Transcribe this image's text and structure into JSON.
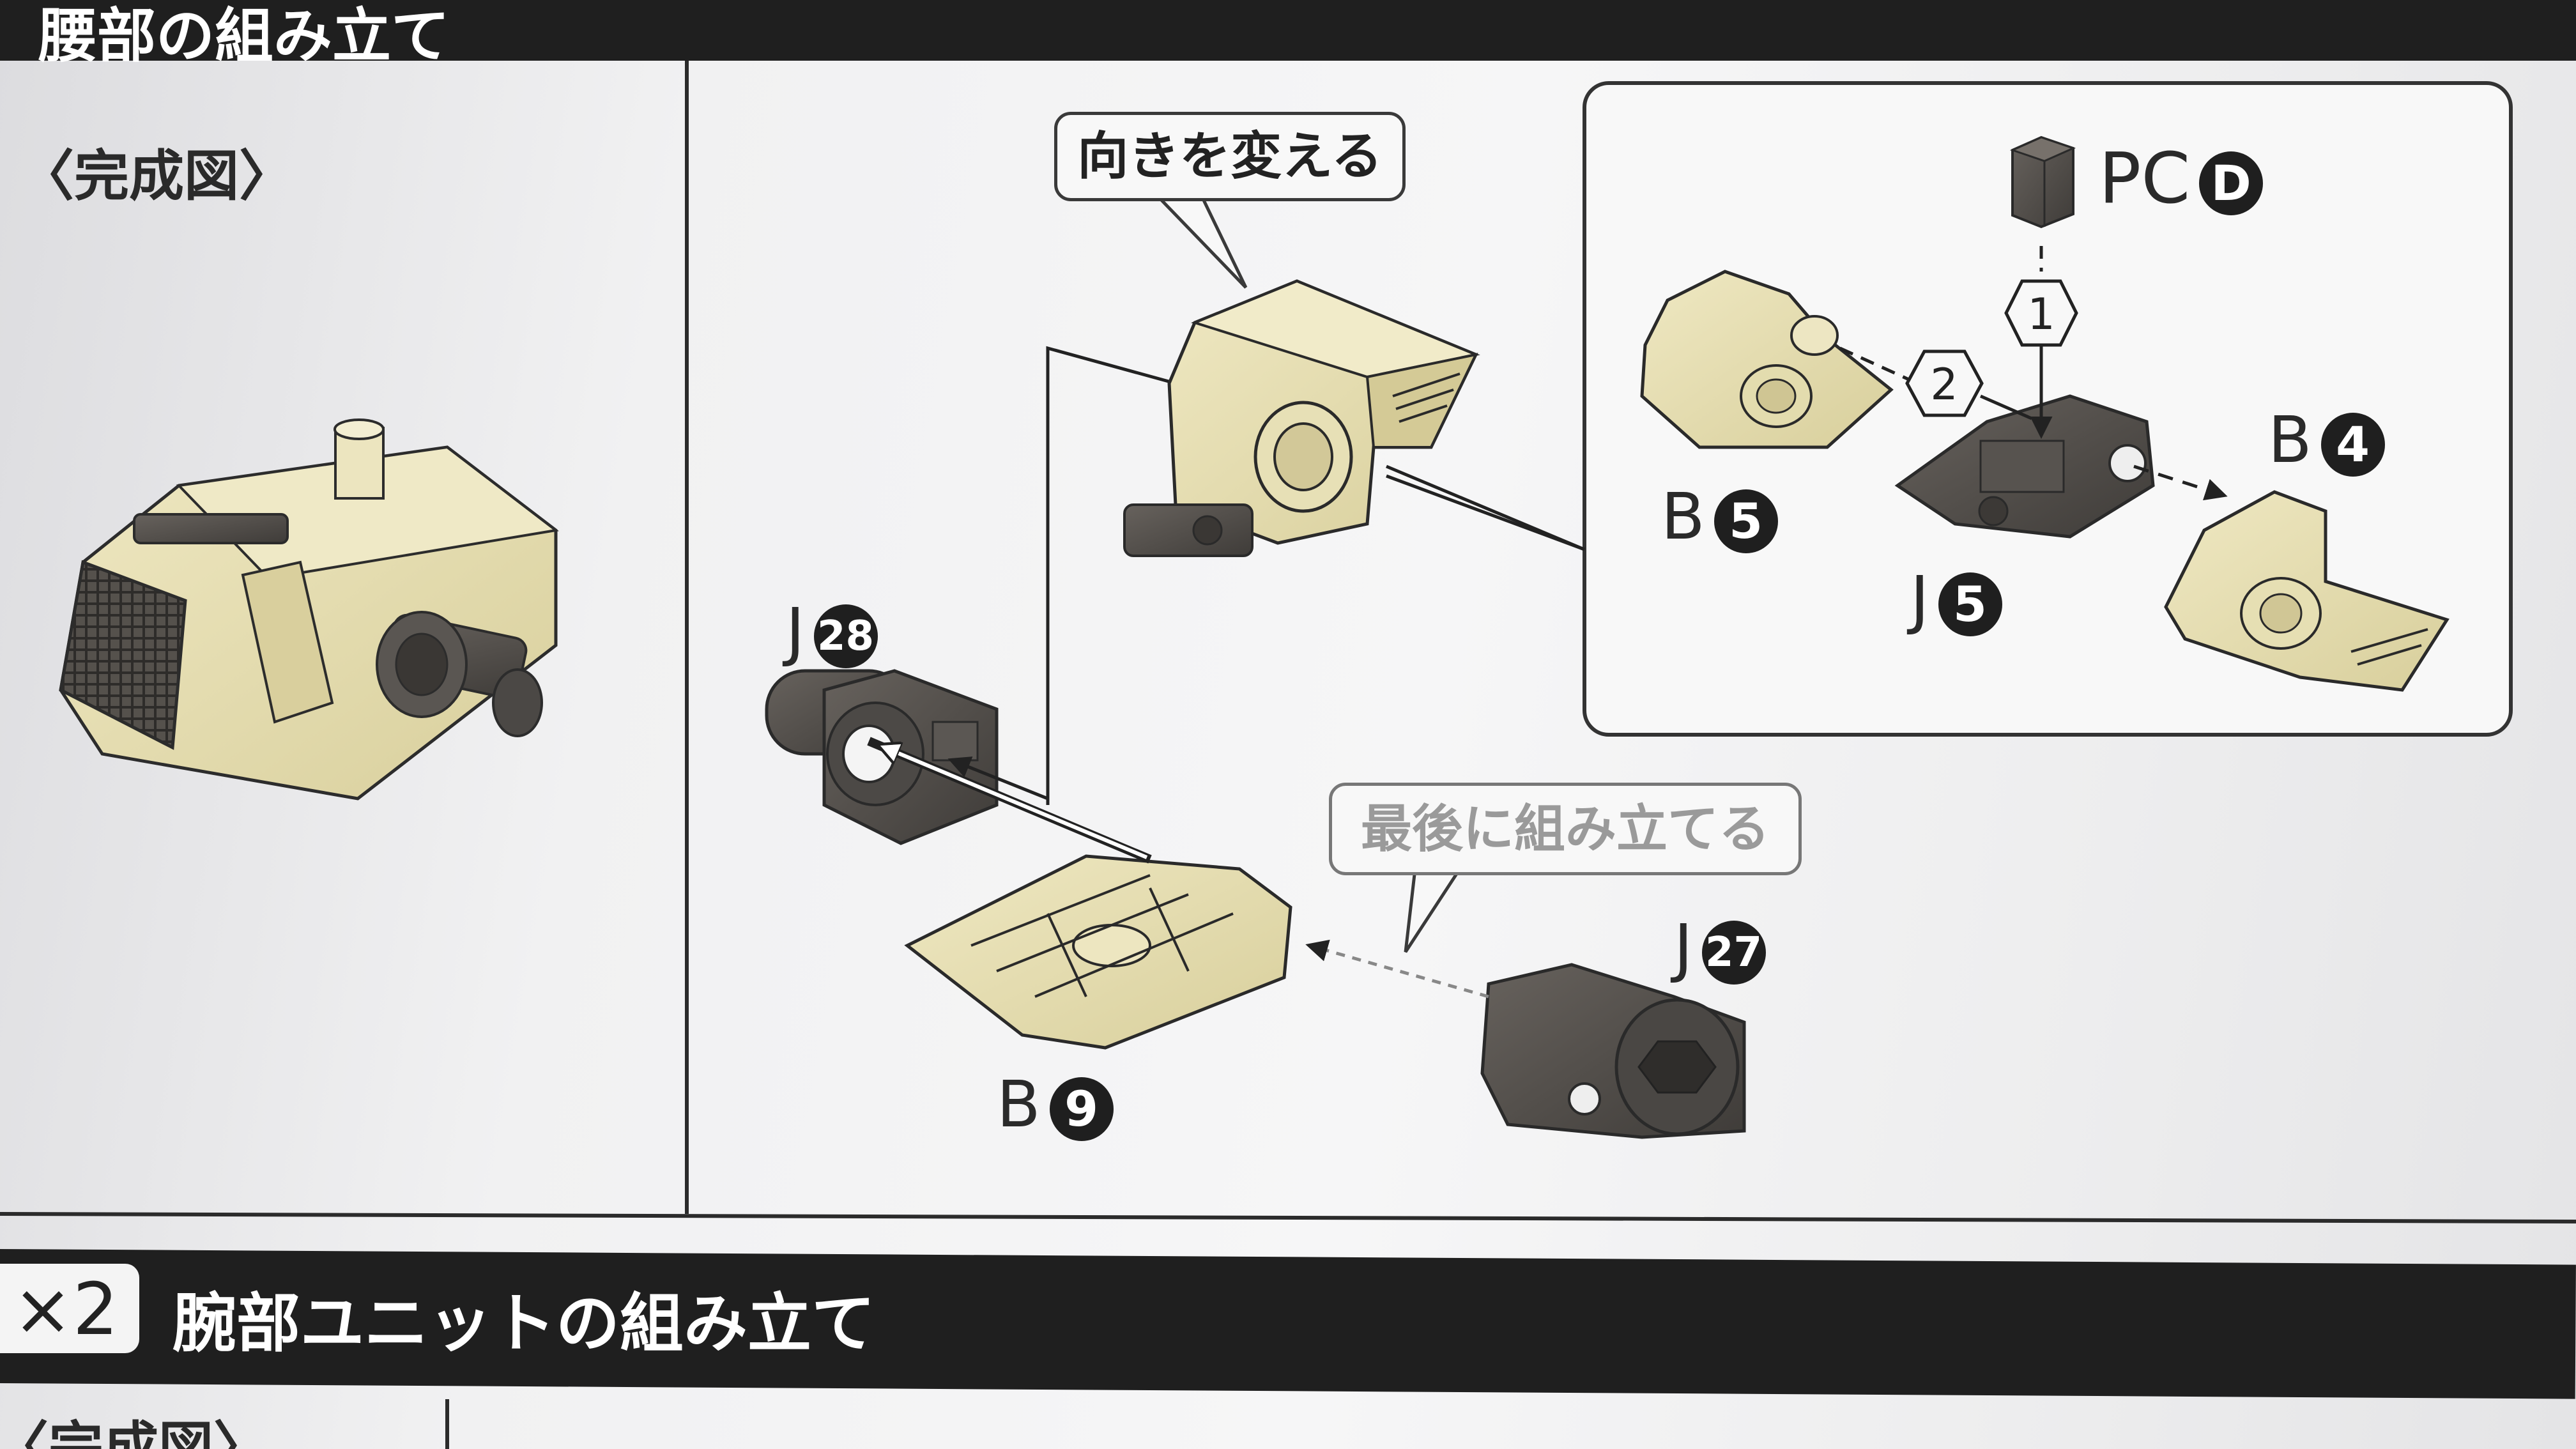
{
  "sections": {
    "top": {
      "title": "腰部の組み立て",
      "completed_label": "〈完成図〉"
    },
    "bottom": {
      "multiplier": "×2",
      "title": "腕部ユニットの組み立て",
      "completed_label": "〈完成図〉"
    }
  },
  "callouts": {
    "turn": "向きを変える",
    "last": "最後に組み立てる"
  },
  "parts": {
    "pc_d": {
      "letter": "PC",
      "number": "D"
    },
    "b5": {
      "letter": "B",
      "number": "5"
    },
    "b4": {
      "letter": "B",
      "number": "4"
    },
    "j5": {
      "letter": "J",
      "number": "5"
    },
    "j28": {
      "letter": "J",
      "number": "28"
    },
    "j27": {
      "letter": "J",
      "number": "27"
    },
    "b9": {
      "letter": "B",
      "number": "9"
    }
  },
  "steps": {
    "one": "1",
    "two": "2"
  },
  "colors": {
    "beige": "#e3dcae",
    "dark": "#4a4744",
    "ink": "#1f1f1f"
  }
}
